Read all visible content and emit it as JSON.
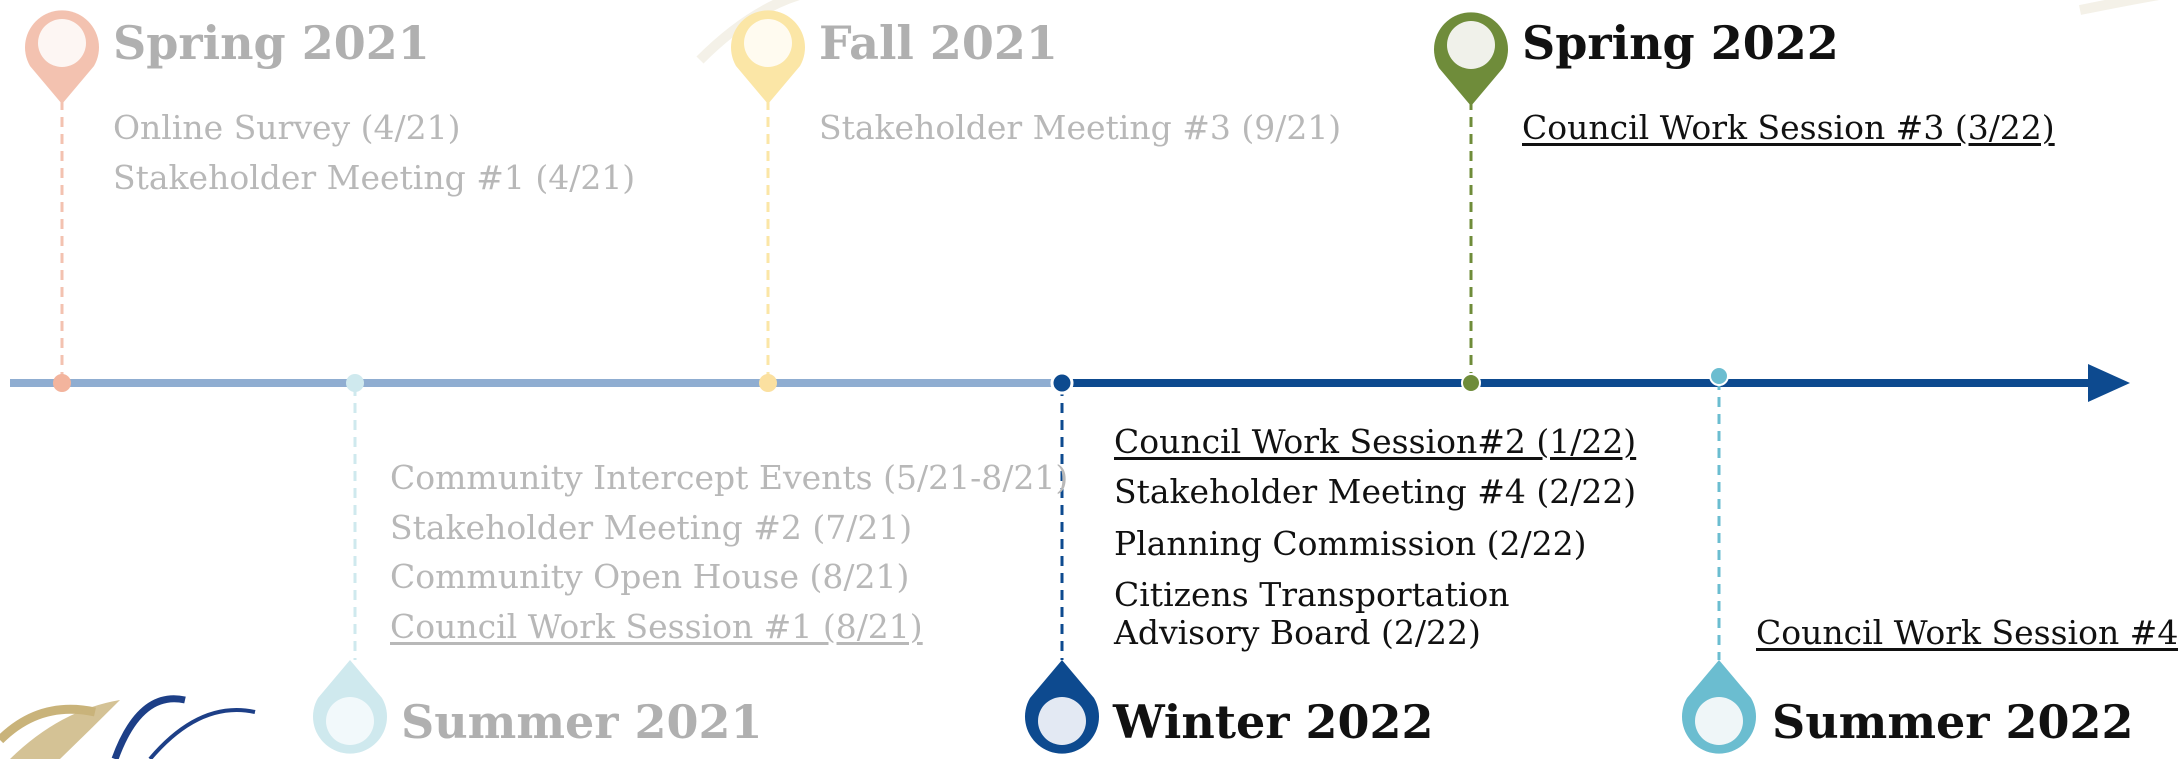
{
  "colors": {
    "past_axis": "#8fadd1",
    "current_axis": "#0d4a8f",
    "spring2021": "#f3c2b0",
    "summer2021": "#cfe9ee",
    "fall2021": "#fbe6a6",
    "winter2022": "#0d4a8f",
    "spring2022": "#6f8c3a",
    "summer2022": "#6bbdd0",
    "past_text": "#b8b8b8",
    "current_text": "#111111"
  },
  "phases": {
    "spring2021": {
      "title": "Spring 2021",
      "items": [
        "Online Survey (4/21)",
        "Stakeholder Meeting #1 (4/21)"
      ]
    },
    "fall2021": {
      "title": "Fall 2021",
      "items": [
        "Stakeholder Meeting #3 (9/21)"
      ]
    },
    "spring2022": {
      "title": "Spring 2022",
      "items": [
        "Council Work Session #3 (3/22)"
      ]
    },
    "summer2021": {
      "title": "Summer 2021",
      "items": [
        "Community Intercept Events (5/21-8/21)",
        "Stakeholder Meeting #2 (7/21)",
        "Community Open House (8/21)",
        "Council Work Session #1 (8/21)"
      ]
    },
    "winter2022": {
      "title": "Winter 2022",
      "items": [
        "Council Work Session#2 (1/22)",
        "Stakeholder Meeting #4 (2/22)",
        "Planning Commission (2/22)",
        "Citizens Transportation",
        "Advisory Board (2/22)"
      ]
    },
    "summer2022": {
      "title": "Summer 2022",
      "items": [
        "Council Work Session #4"
      ]
    }
  }
}
